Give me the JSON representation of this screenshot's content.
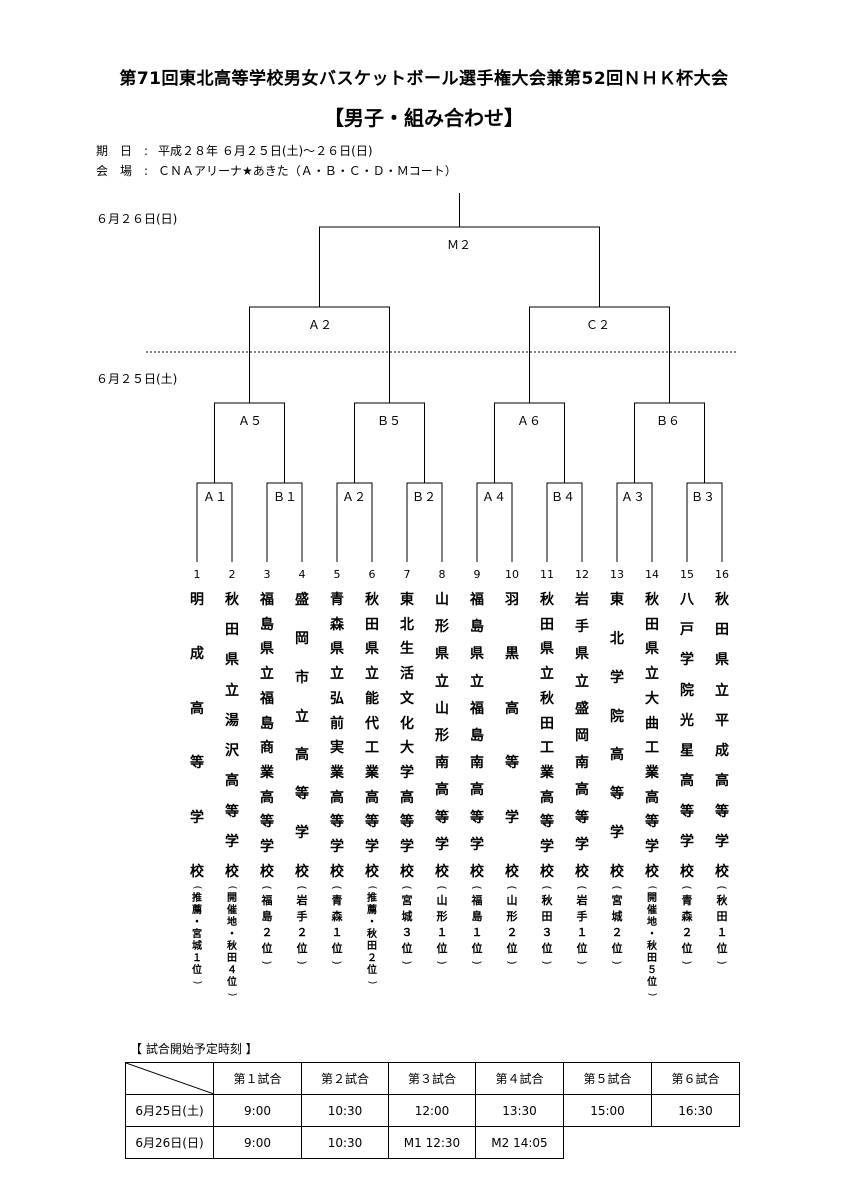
{
  "title": "第71回東北高等学校男女バスケットボール選手権大会兼第52回ＮＨＫ杯大会",
  "subtitle": "【男子・組み合わせ】",
  "info": {
    "period_label": "期　日",
    "period_value": "平成２８年 ６月２５日(土)～２６日(日)",
    "venue_label": "会　場",
    "venue_value": "ＣＮＡアリーナ★あきた（Ａ・Ｂ・Ｃ・Ｄ・Ｍコート）",
    "colon": ":"
  },
  "dates": {
    "day2": "６月２６日(日)",
    "day1": "６月２５日(土)"
  },
  "bracket": {
    "final": "Ｍ２",
    "semi": [
      "Ａ２",
      "Ｃ２"
    ],
    "quarter": [
      "Ａ５",
      "Ｂ５",
      "Ａ６",
      "Ｂ６"
    ],
    "first": [
      "Ａ１",
      "Ｂ１",
      "Ａ２",
      "Ｂ２",
      "Ａ４",
      "Ｂ４",
      "Ａ３",
      "Ｂ３"
    ]
  },
  "teams": [
    {
      "num": "1",
      "chars": [
        "明",
        "成",
        "高",
        "等",
        "学",
        "校"
      ],
      "note": [
        "推",
        "薦",
        "・",
        "宮",
        "城",
        "１",
        "位"
      ],
      "small": true
    },
    {
      "num": "2",
      "chars": [
        "秋",
        "田",
        "県",
        "立",
        "湯",
        "沢",
        "高",
        "等",
        "学",
        "校"
      ],
      "note": [
        "開",
        "催",
        "地",
        "・",
        "秋",
        "田",
        "４",
        "位"
      ],
      "small": true
    },
    {
      "num": "3",
      "chars": [
        "福",
        "島",
        "県",
        "立",
        "福",
        "島",
        "商",
        "業",
        "高",
        "等",
        "学",
        "校"
      ],
      "note": [
        "福",
        "島",
        "２",
        "位"
      ],
      "small": false
    },
    {
      "num": "4",
      "chars": [
        "盛",
        "岡",
        "市",
        "立",
        "高",
        "等",
        "学",
        "校"
      ],
      "note": [
        "岩",
        "手",
        "２",
        "位"
      ],
      "small": false
    },
    {
      "num": "5",
      "chars": [
        "青",
        "森",
        "県",
        "立",
        "弘",
        "前",
        "実",
        "業",
        "高",
        "等",
        "学",
        "校"
      ],
      "note": [
        "青",
        "森",
        "１",
        "位"
      ],
      "small": false
    },
    {
      "num": "6",
      "chars": [
        "秋",
        "田",
        "県",
        "立",
        "能",
        "代",
        "工",
        "業",
        "高",
        "等",
        "学",
        "校"
      ],
      "note": [
        "推",
        "薦",
        "・",
        "秋",
        "田",
        "２",
        "位"
      ],
      "small": true
    },
    {
      "num": "7",
      "chars": [
        "東",
        "北",
        "生",
        "活",
        "文",
        "化",
        "大",
        "学",
        "高",
        "等",
        "学",
        "校"
      ],
      "note": [
        "宮",
        "城",
        "３",
        "位"
      ],
      "small": false
    },
    {
      "num": "8",
      "chars": [
        "山",
        "形",
        "県",
        "立",
        "山",
        "形",
        "南",
        "高",
        "等",
        "学",
        "校"
      ],
      "note": [
        "山",
        "形",
        "１",
        "位"
      ],
      "small": false
    },
    {
      "num": "9",
      "chars": [
        "福",
        "島",
        "県",
        "立",
        "福",
        "島",
        "南",
        "高",
        "等",
        "学",
        "校"
      ],
      "note": [
        "福",
        "島",
        "１",
        "位"
      ],
      "small": false
    },
    {
      "num": "10",
      "chars": [
        "羽",
        "黒",
        "高",
        "等",
        "学",
        "校"
      ],
      "note": [
        "山",
        "形",
        "２",
        "位"
      ],
      "small": false
    },
    {
      "num": "11",
      "chars": [
        "秋",
        "田",
        "県",
        "立",
        "秋",
        "田",
        "工",
        "業",
        "高",
        "等",
        "学",
        "校"
      ],
      "note": [
        "秋",
        "田",
        "３",
        "位"
      ],
      "small": false
    },
    {
      "num": "12",
      "chars": [
        "岩",
        "手",
        "県",
        "立",
        "盛",
        "岡",
        "南",
        "高",
        "等",
        "学",
        "校"
      ],
      "note": [
        "岩",
        "手",
        "１",
        "位"
      ],
      "small": false
    },
    {
      "num": "13",
      "chars": [
        "東",
        "北",
        "学",
        "院",
        "高",
        "等",
        "学",
        "校"
      ],
      "note": [
        "宮",
        "城",
        "２",
        "位"
      ],
      "small": false
    },
    {
      "num": "14",
      "chars": [
        "秋",
        "田",
        "県",
        "立",
        "大",
        "曲",
        "工",
        "業",
        "高",
        "等",
        "学",
        "校"
      ],
      "note": [
        "開",
        "催",
        "地",
        "・",
        "秋",
        "田",
        "５",
        "位"
      ],
      "small": true
    },
    {
      "num": "15",
      "chars": [
        "八",
        "戸",
        "学",
        "院",
        "光",
        "星",
        "高",
        "等",
        "学",
        "校"
      ],
      "note": [
        "青",
        "森",
        "２",
        "位"
      ],
      "small": false
    },
    {
      "num": "16",
      "chars": [
        "秋",
        "田",
        "県",
        "立",
        "平",
        "成",
        "高",
        "等",
        "学",
        "校"
      ],
      "note": [
        "秋",
        "田",
        "１",
        "位"
      ],
      "small": false
    }
  ],
  "schedule": {
    "heading": "【 試合開始予定時刻 】",
    "headers": [
      "第１試合",
      "第２試合",
      "第３試合",
      "第４試合",
      "第５試合",
      "第６試合"
    ],
    "rows": [
      {
        "date": "6月25日(土)",
        "times": [
          "9:00",
          "10:30",
          "12:00",
          "13:30",
          "15:00",
          "16:30"
        ]
      },
      {
        "date": "6月26日(日)",
        "times": [
          "9:00",
          "10:30",
          "M1 12:30",
          "M2 14:05"
        ]
      }
    ]
  }
}
